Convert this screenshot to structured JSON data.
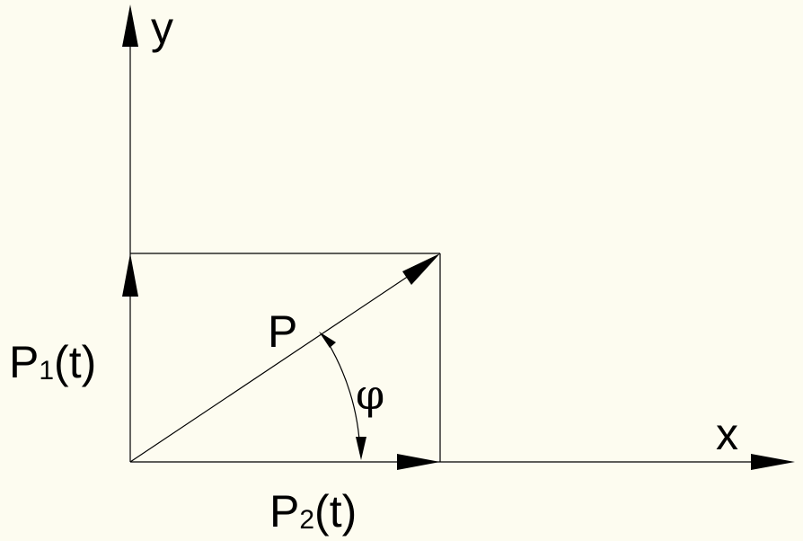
{
  "labels": {
    "y_axis": "y",
    "x_axis": "x",
    "vector": "P",
    "angle": "φ",
    "p1_main": "P",
    "p1_sub": "1",
    "p1_arg": "(t)",
    "p2_main": "P",
    "p2_sub": "2",
    "p2_arg": "(t)"
  },
  "colors": {
    "background": "#fdfcf0",
    "ink": "#000000"
  }
}
